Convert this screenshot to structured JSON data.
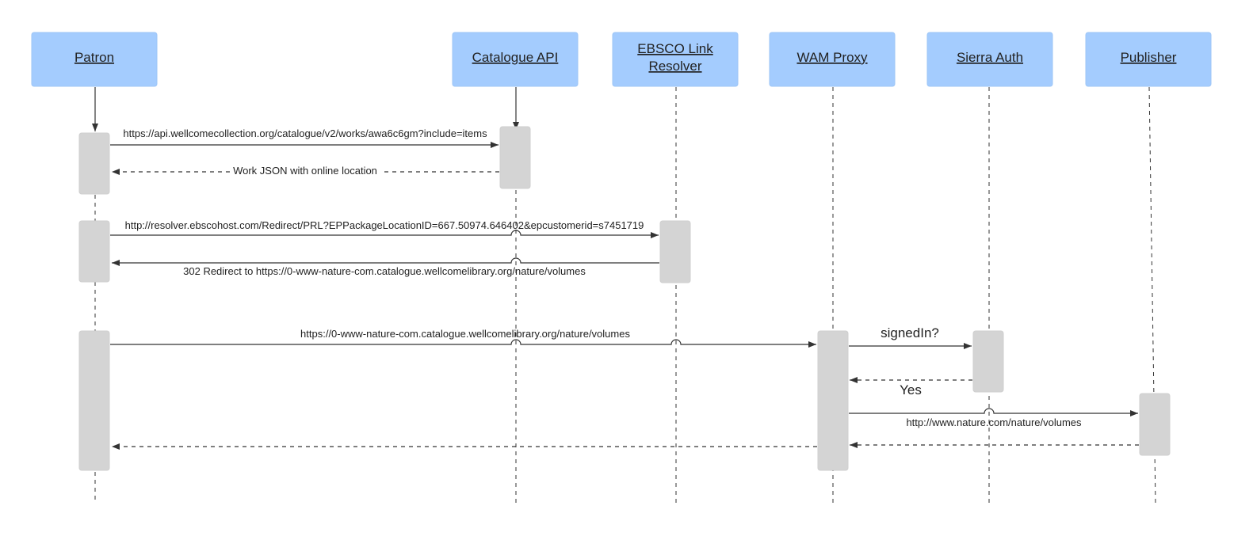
{
  "participants": [
    {
      "id": "patron",
      "lines": [
        "Patron"
      ]
    },
    {
      "id": "catalogue",
      "lines": [
        "Catalogue API"
      ]
    },
    {
      "id": "ebsco",
      "lines": [
        "EBSCO Link",
        "Resolver"
      ]
    },
    {
      "id": "wam",
      "lines": [
        "WAM Proxy"
      ]
    },
    {
      "id": "sierra",
      "lines": [
        "Sierra Auth"
      ]
    },
    {
      "id": "publisher",
      "lines": [
        "Publisher"
      ]
    }
  ],
  "messages": {
    "catalogue_request": "https://api.wellcomecollection.org/catalogue/v2/works/awa6c6gm?include=items",
    "catalogue_response": "Work JSON with online location",
    "resolver_request": "http://resolver.ebscohost.com/Redirect/PRL?EPPackageLocationID=667.50974.646402&epcustomerid=s7451719",
    "resolver_response": "302 Redirect to https://0-www-nature-com.catalogue.wellcomelibrary.org/nature/volumes",
    "proxy_request": "https://0-www-nature-com.catalogue.wellcomelibrary.org/nature/volumes",
    "auth_request": "signedIn?",
    "auth_response": "Yes",
    "publisher_request": "http://www.nature.com/nature/volumes"
  }
}
